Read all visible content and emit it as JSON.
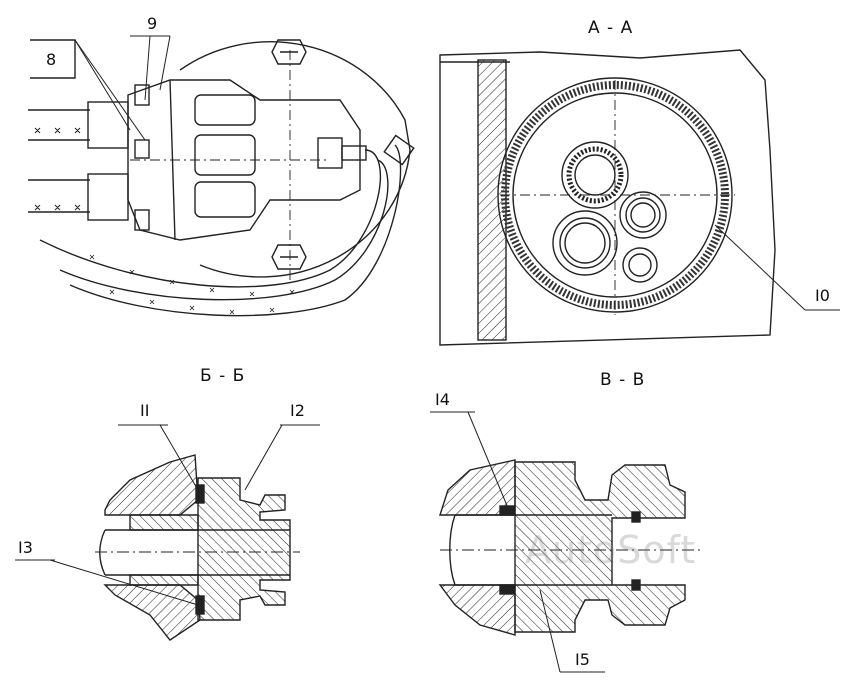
{
  "section_titles": {
    "aa": "А - А",
    "bb": "Б - Б",
    "vv": "В - В"
  },
  "callouts": {
    "c8": "8",
    "c9": "9",
    "c10": "I0",
    "c11": "II",
    "c12": "I2",
    "c13": "I3",
    "c14": "I4",
    "c15": "I5"
  },
  "watermark": "AutoSoft"
}
